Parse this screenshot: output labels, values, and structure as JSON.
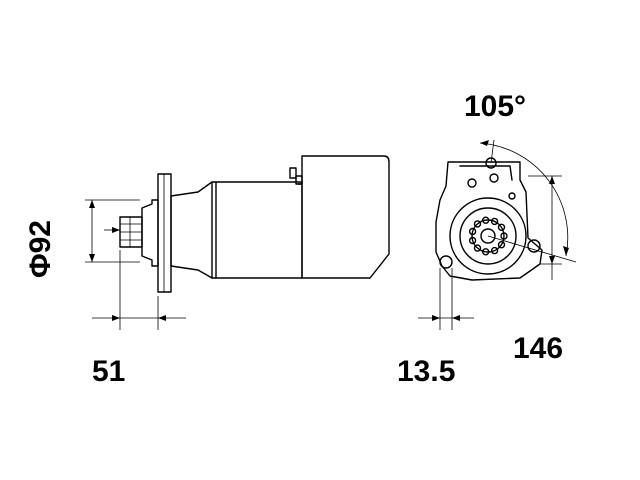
{
  "dimensions": {
    "angle": "105°",
    "diameter": "Φ92",
    "flange_offset": "51",
    "bolt_offset": "13.5",
    "mount_width": "146"
  },
  "colors": {
    "line": "#000000",
    "background": "#ffffff"
  }
}
